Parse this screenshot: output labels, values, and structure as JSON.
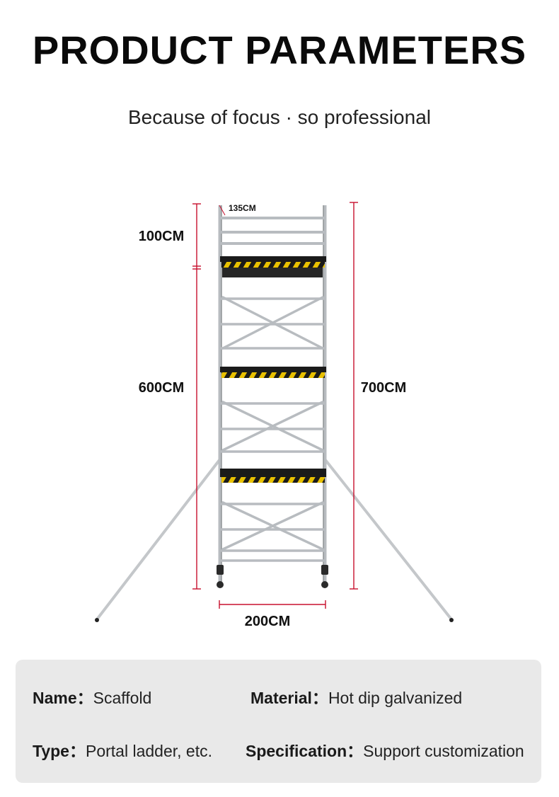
{
  "header": {
    "title": "PRODUCT PARAMETERS",
    "subtitle": "Because of focus · so professional"
  },
  "diagram": {
    "dim_depth": "135CM",
    "dim_top_rail": "100CM",
    "dim_platform": "600CM",
    "dim_total": "700CM",
    "dim_width": "200CM",
    "colors": {
      "dimension_line": "#c8102e",
      "frame": "#b8bcc0",
      "platform": "#1a1a1a",
      "hazard": "#e8c000"
    }
  },
  "params": {
    "name_label": "Name：",
    "name_value": "Scaffold",
    "material_label": "Material：",
    "material_value": "Hot dip galvanized",
    "type_label": "Type：",
    "type_value": "Portal ladder, etc.",
    "spec_label": "Specification：",
    "spec_value": "Support customization"
  }
}
